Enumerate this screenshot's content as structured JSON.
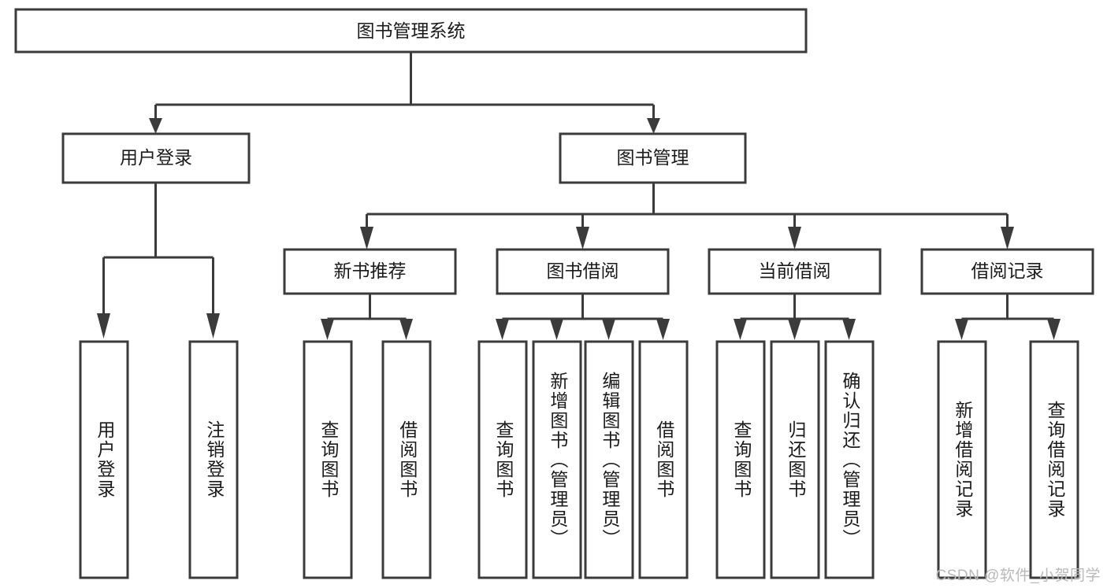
{
  "diagram": {
    "title": "图书管理系统",
    "watermark": "CSDN @软件_小贺同学",
    "colors": {
      "stroke": "#3b3b3b",
      "box_fill": "#ffffff",
      "text": "#1b1b1b",
      "background": "#ffffff",
      "watermark": "#b9b9b9"
    },
    "root": {
      "label": "图书管理系统"
    },
    "level1": [
      {
        "label": "用户登录"
      },
      {
        "label": "图书管理"
      }
    ],
    "level2": [
      {
        "label": "新书推荐"
      },
      {
        "label": "图书借阅"
      },
      {
        "label": "当前借阅"
      },
      {
        "label": "借阅记录"
      }
    ],
    "leaves": {
      "user_login": [
        {
          "label": "用户登录"
        },
        {
          "label": "注销登录"
        }
      ],
      "new_book_recommend": [
        {
          "label": "查询图书"
        },
        {
          "label": "借阅图书"
        }
      ],
      "book_borrow": [
        {
          "label": "查询图书"
        },
        {
          "label": "新增图书（管理员）"
        },
        {
          "label": "编辑图书（管理员）"
        },
        {
          "label": "借阅图书"
        }
      ],
      "current_borrow": [
        {
          "label": "查询图书"
        },
        {
          "label": "归还图书"
        },
        {
          "label": "确认归还（管理员）"
        }
      ],
      "borrow_record": [
        {
          "label": "新增借阅记录"
        },
        {
          "label": "查询借阅记录"
        }
      ]
    }
  },
  "chart_data": {
    "type": "diagram",
    "title": "图书管理系统",
    "hierarchy": [
      {
        "label": "图书管理系统",
        "children": [
          {
            "label": "用户登录",
            "children": [
              {
                "label": "用户登录"
              },
              {
                "label": "注销登录"
              }
            ]
          },
          {
            "label": "图书管理",
            "children": [
              {
                "label": "新书推荐",
                "children": [
                  {
                    "label": "查询图书"
                  },
                  {
                    "label": "借阅图书"
                  }
                ]
              },
              {
                "label": "图书借阅",
                "children": [
                  {
                    "label": "查询图书"
                  },
                  {
                    "label": "新增图书（管理员）"
                  },
                  {
                    "label": "编辑图书（管理员）"
                  },
                  {
                    "label": "借阅图书"
                  }
                ]
              },
              {
                "label": "当前借阅",
                "children": [
                  {
                    "label": "查询图书"
                  },
                  {
                    "label": "归还图书"
                  },
                  {
                    "label": "确认归还（管理员）"
                  }
                ]
              },
              {
                "label": "借阅记录",
                "children": [
                  {
                    "label": "新增借阅记录"
                  },
                  {
                    "label": "查询借阅记录"
                  }
                ]
              }
            ]
          }
        ]
      }
    ]
  }
}
